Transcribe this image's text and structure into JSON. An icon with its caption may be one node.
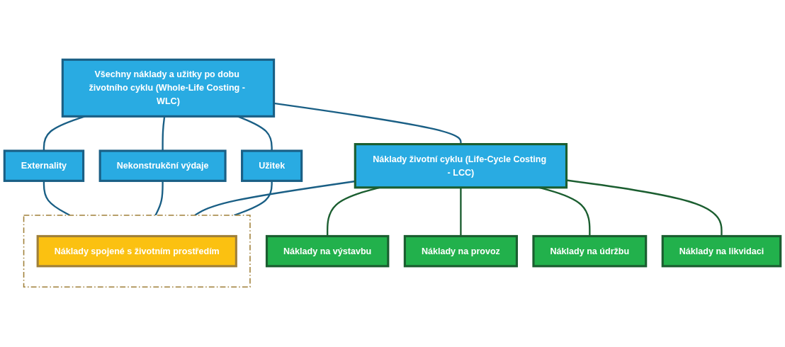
{
  "diagram": {
    "nodes": [
      {
        "text": [
          "Všechny náklady a užitky po dobu životního cyklu (Whole-Life Costing - WLC)"
        ]
      },
      {
        "text": [
          "Externality"
        ]
      },
      {
        "text": [
          "Nekonstrukční výdaje"
        ]
      },
      {
        "text": [
          "Náklady životní cyklu (Life-Cycle Costing - LCC)"
        ]
      },
      {
        "text": [
          "Užitek"
        ]
      },
      {
        "text": [
          "Náklady na výstavbu"
        ]
      },
      {
        "text": [
          "Náklady na provoz"
        ]
      },
      {
        "text": [
          "Náklady na údržbu"
        ]
      },
      {
        "text": [
          "Náklady na likvidaci"
        ]
      },
      {
        "text": [],
        "shape": "box"
      },
      {
        "text": [
          "Náklady spojené s  životním prostředím"
        ],
        "in": 9
      }
    ],
    "edges": [
      {
        "from": 0,
        "to": 1,
        "arrow": "none"
      },
      {
        "from": 0,
        "to": 2,
        "arrow": "none"
      },
      {
        "from": 0,
        "to": 3,
        "arrow": "none"
      },
      {
        "from": 0,
        "to": 4,
        "arrow": "none"
      },
      {
        "from": 3,
        "to": 5,
        "arrow": "none",
        "color": "#1b5e30"
      },
      {
        "from": 3,
        "to": 6,
        "arrow": "none",
        "color": "#1b5e30"
      },
      {
        "from": 3,
        "to": 7,
        "arrow": "none",
        "color": "#1b5e30"
      },
      {
        "from": 3,
        "to": 8,
        "arrow": "none",
        "color": "#1b5e30"
      },
      {
        "from": 1,
        "to": 9,
        "arrow": "none"
      },
      {
        "from": 2,
        "to": 9,
        "arrow": "none"
      },
      {
        "from": 3,
        "to": 9,
        "arrow": "none"
      },
      {
        "from": 4,
        "to": 9,
        "arrow": "none"
      }
    ]
  }
}
